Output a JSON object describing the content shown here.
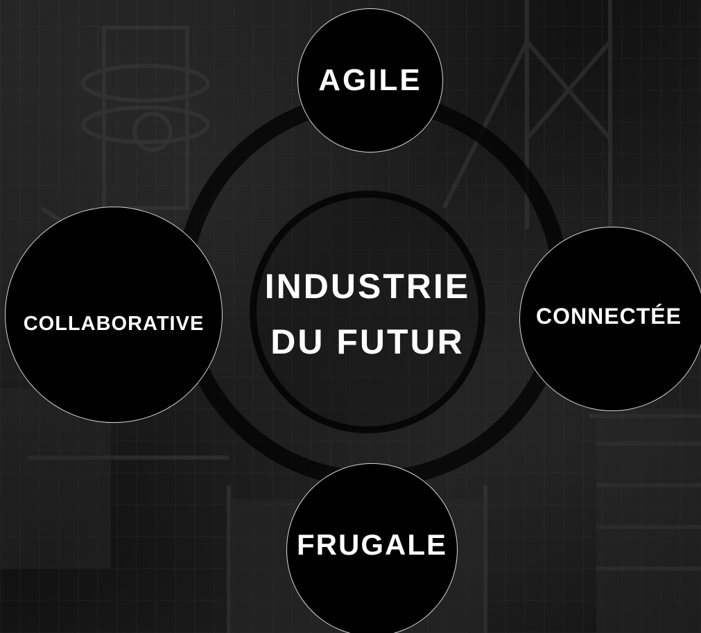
{
  "diagram": {
    "center": {
      "line1": "INDUSTRIE",
      "line2": "DU FUTUR"
    },
    "nodes": {
      "top": "AGILE",
      "left": "COLLABORATIVE",
      "right": "CONNECTÉE",
      "bottom": "FRUGALE"
    }
  },
  "colors": {
    "background": "#141414",
    "node_fill": "#000000",
    "node_border": "#d9d9d9",
    "text": "#ffffff"
  }
}
